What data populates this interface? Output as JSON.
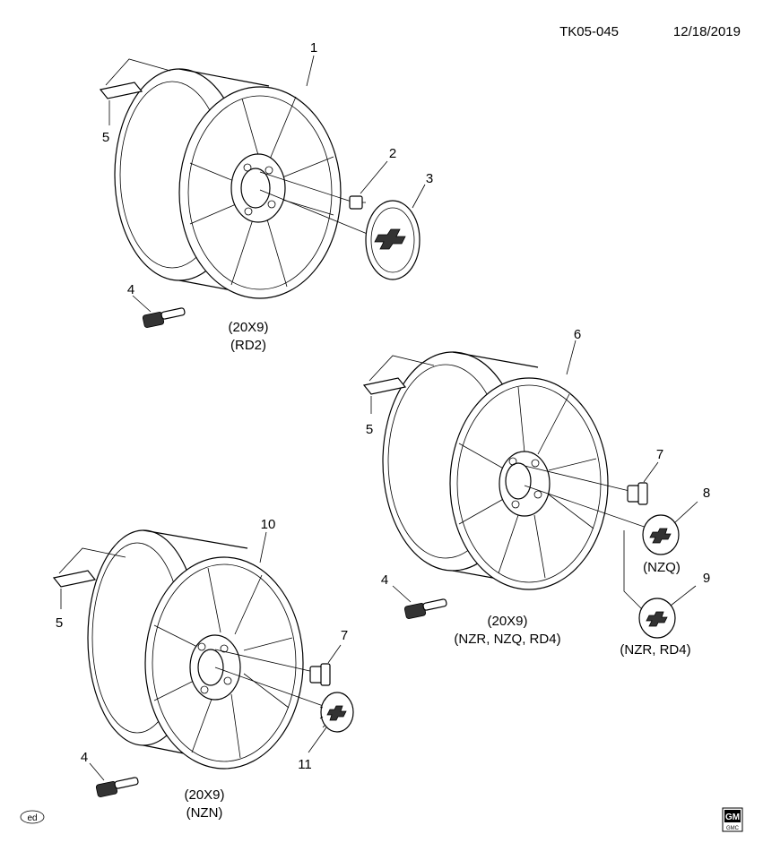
{
  "header": {
    "doc_id": "TK05-045",
    "date": "12/18/2019"
  },
  "callouts": {
    "c1": "1",
    "c2": "2",
    "c3": "3",
    "c4a": "4",
    "c5a": "5",
    "c6": "6",
    "c5b": "5",
    "c7a": "7",
    "c8": "8",
    "c9": "9",
    "c4b": "4",
    "c10": "10",
    "c5c": "5",
    "c7b": "7",
    "c11": "11",
    "c4c": "4"
  },
  "captions": {
    "wheel_top_size": "(20X9)",
    "wheel_top_code": "(RD2)",
    "wheel_right_size": "(20X9)",
    "wheel_right_codes": "(NZR, NZQ, RD4)",
    "cap_8_code": "(NZQ)",
    "cap_9_code": "(NZR, RD4)",
    "wheel_bottom_size": "(20X9)",
    "wheel_bottom_code": "(NZN)"
  },
  "footer": {
    "ed_mark": "ed",
    "logo_top": "GM",
    "logo_bottom": "GMC"
  }
}
